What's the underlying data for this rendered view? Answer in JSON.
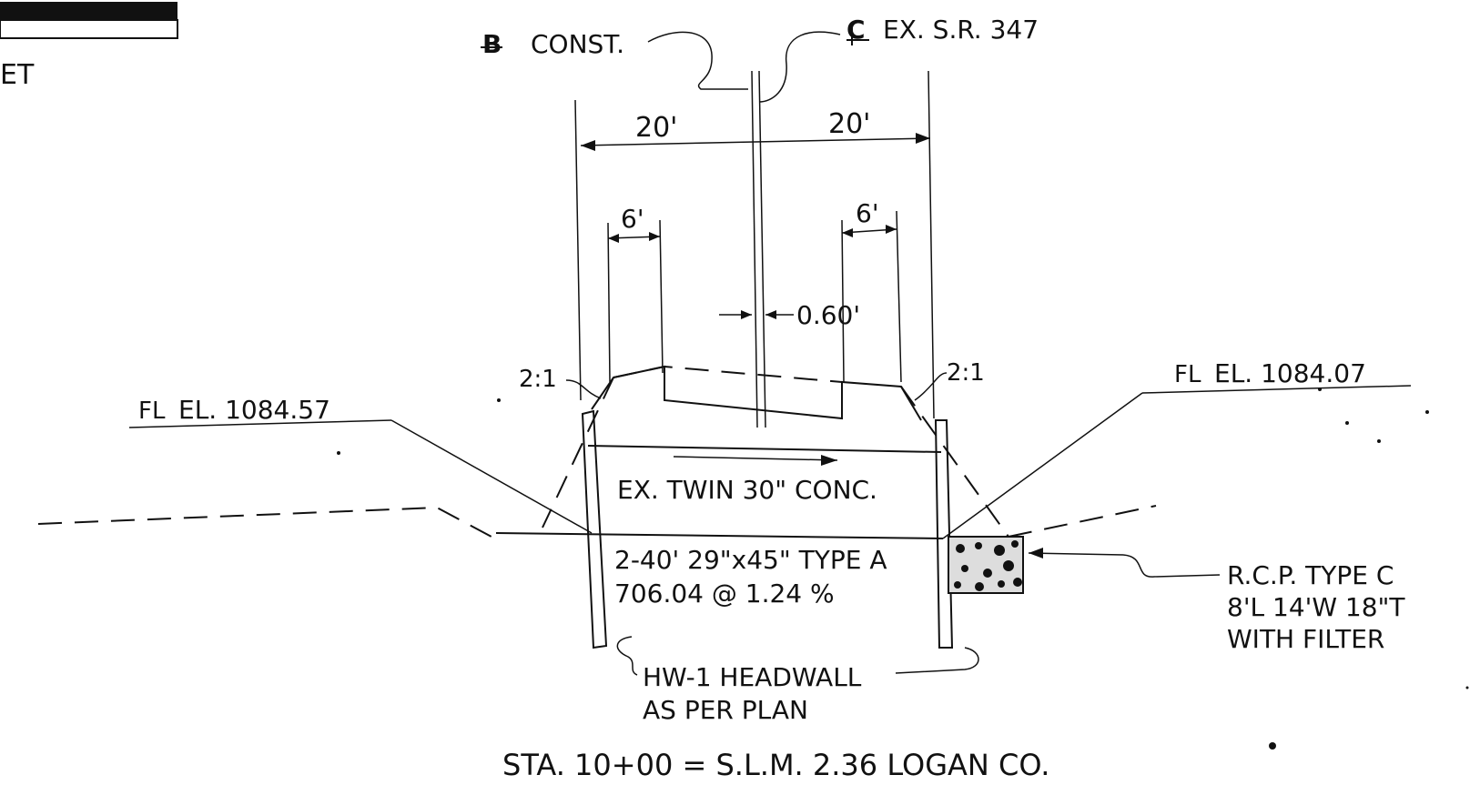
{
  "scale_bar": {
    "unit_fragment": "ET"
  },
  "centerlines": {
    "construction": "CONST.",
    "existing": "EX. S.R. 347"
  },
  "dimensions": {
    "left_half_width": "20'",
    "right_half_width": "20'",
    "left_shoulder": "6'",
    "right_shoulder": "6'",
    "centerline_offset": "0.60'"
  },
  "slopes": {
    "left": "2:1",
    "right": "2:1"
  },
  "flowline_elevations": {
    "left": "EL. 1084.57",
    "right": "EL. 1084.07"
  },
  "existing_culvert": "EX. TWIN 30\" CONC.",
  "proposed_culvert": {
    "line1": "2-40' 29\"x45\" TYPE A",
    "line2": "706.04 @ 1.24 %"
  },
  "rock_channel_protection": {
    "line1": "R.C.P. TYPE C",
    "line2": "8'L  14'W  18\"T",
    "line3": "WITH FILTER"
  },
  "headwall": {
    "line1": "HW-1 HEADWALL",
    "line2": "AS PER PLAN"
  },
  "station_note": "STA. 10+00 = S.L.M. 2.36 LOGAN CO."
}
